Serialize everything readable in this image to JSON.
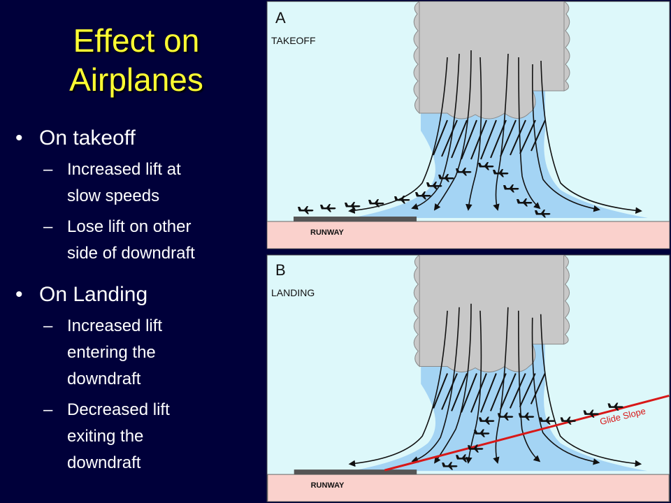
{
  "slide": {
    "title_line1": "Effect on",
    "title_line2": "Airplanes",
    "bullets": [
      {
        "label": "On takeoff",
        "subs": [
          [
            "Increased lift at",
            "slow speeds"
          ],
          [
            "Lose lift on other",
            "side of downdraft"
          ]
        ]
      },
      {
        "label": "On Landing",
        "subs": [
          [
            "Increased lift",
            "entering the",
            "downdraft"
          ],
          [
            "Decreased lift",
            "exiting the",
            "downdraft"
          ]
        ]
      }
    ],
    "bullet_glyph": "•",
    "dash_glyph": "–"
  },
  "diagram": {
    "panel_a": {
      "letter": "A",
      "label": "TAKEOFF",
      "runway": "RUNWAY"
    },
    "panel_b": {
      "letter": "B",
      "label": "LANDING",
      "runway": "RUNWAY",
      "glide_slope": "Glide Slope"
    },
    "colors": {
      "sky": "#ddf8fa",
      "cloud": "#c8c8c8",
      "downdraft": "#a4d4f4",
      "ground": "#fad1cc",
      "runway": "#555555",
      "glide": "#d81818",
      "title": "#ffff33",
      "bg": "#00003a"
    }
  }
}
